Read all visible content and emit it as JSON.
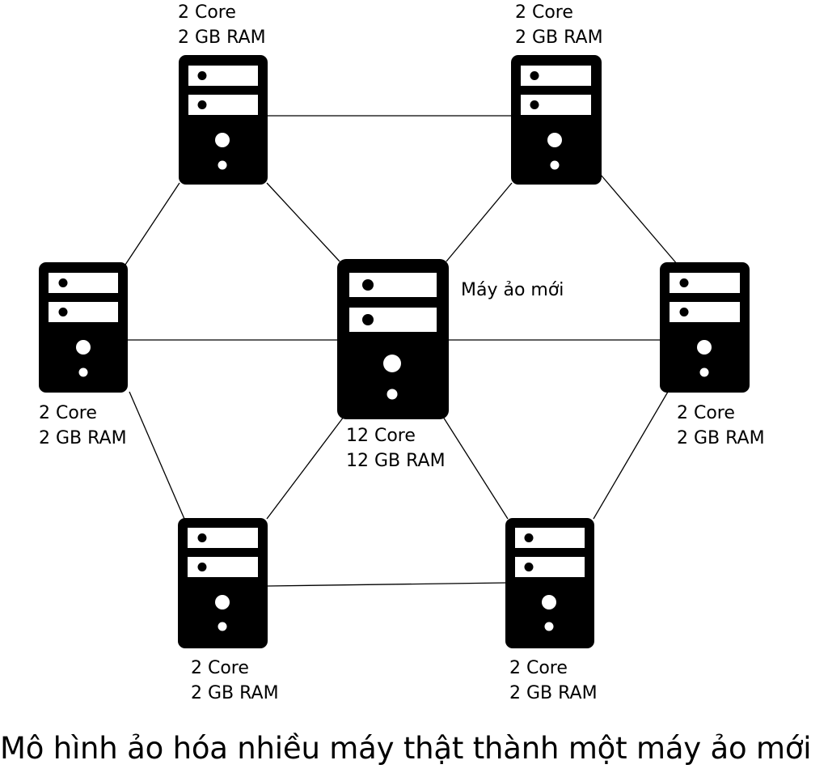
{
  "colors": {
    "server": "#000000",
    "slot": "#ffffff",
    "line": "#000000",
    "background": "#ffffff"
  },
  "icons": {
    "server": "server-tower-icon"
  },
  "nodes": {
    "top_left": {
      "cores": "2 Core",
      "ram": "2 GB RAM"
    },
    "top_right": {
      "cores": "2 Core",
      "ram": "2 GB RAM"
    },
    "mid_left": {
      "cores": "2 Core",
      "ram": "2 GB RAM"
    },
    "center": {
      "cores": "12 Core",
      "ram": "12 GB RAM",
      "tag": "Máy ảo mới"
    },
    "mid_right": {
      "cores": "2 Core",
      "ram": "2 GB RAM"
    },
    "bottom_left": {
      "cores": "2 Core",
      "ram": "2 GB RAM"
    },
    "bottom_right": {
      "cores": "2 Core",
      "ram": "2 GB RAM"
    }
  },
  "caption": "Mô hình ảo hóa nhiều máy thật thành một máy ảo mới"
}
